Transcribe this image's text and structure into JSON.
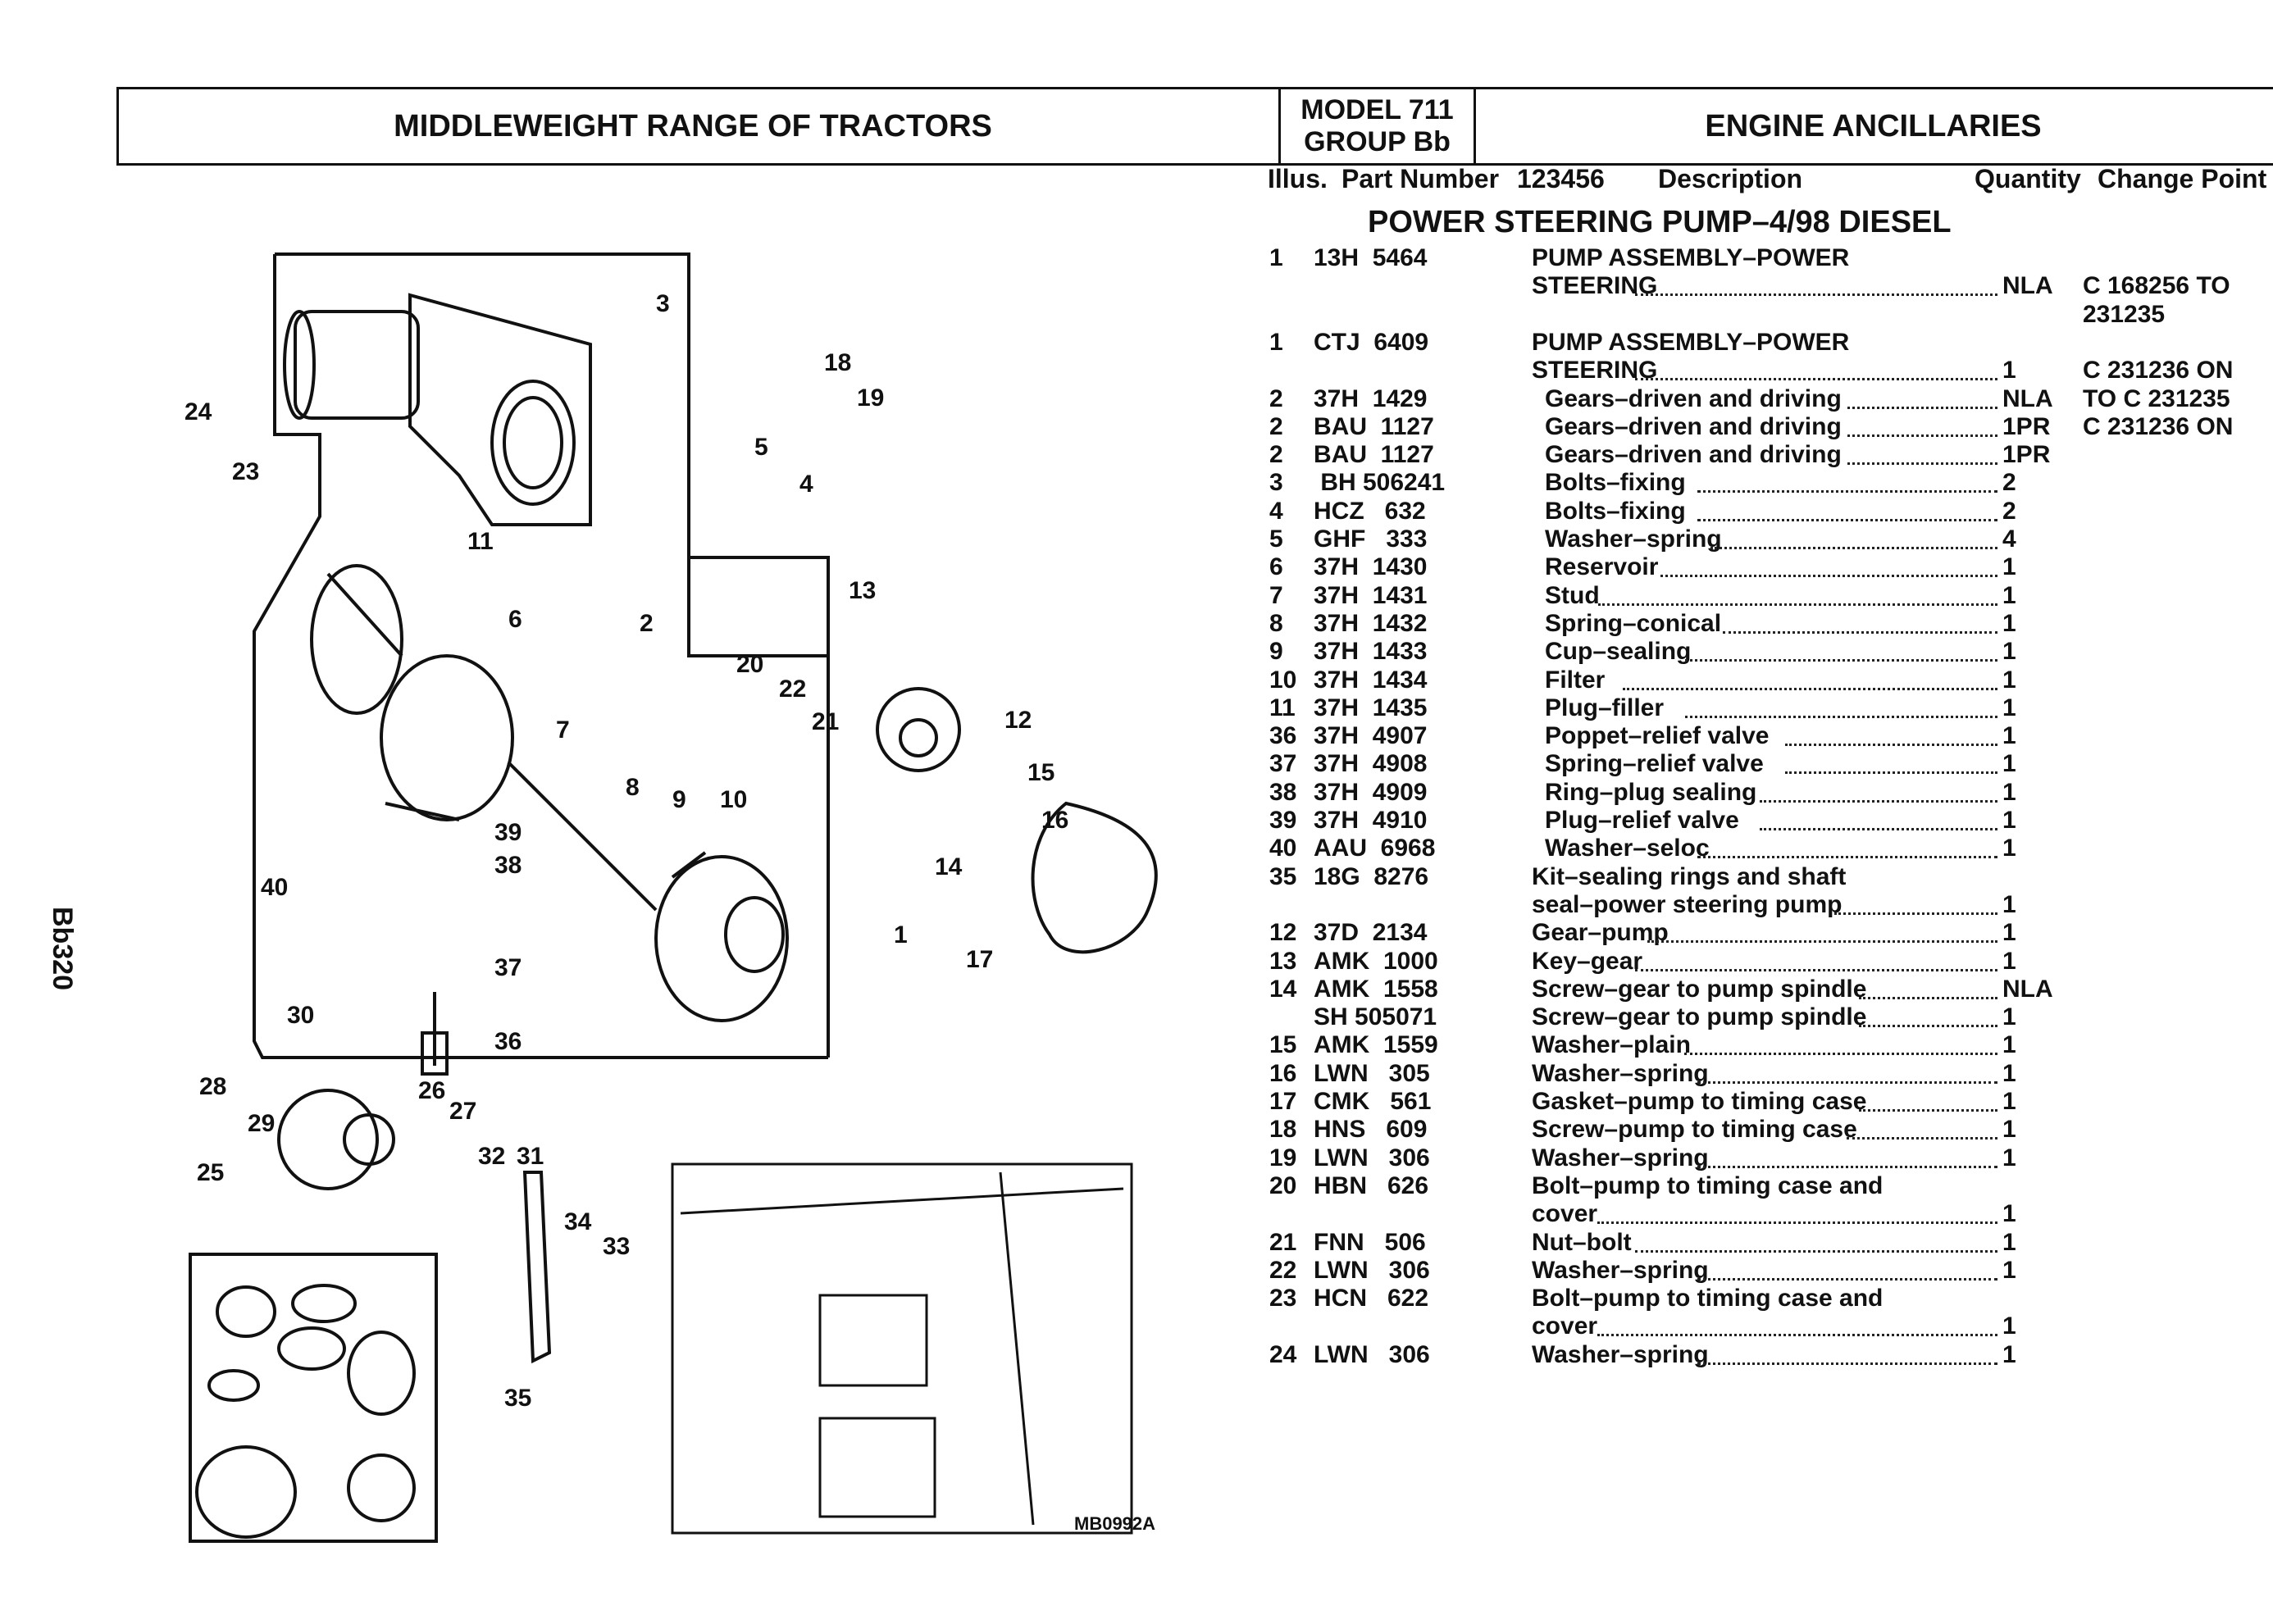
{
  "header": {
    "range_title": "MIDDLEWEIGHT RANGE OF TRACTORS",
    "model_line": "MODEL 711",
    "group_line": "GROUP Bb",
    "section_title": "ENGINE ANCILLARIES"
  },
  "columns": {
    "illus": "Illus.",
    "part_number": "Part Number",
    "code": "123456",
    "description": "Description",
    "quantity": "Quantity",
    "change_point": "Change Point"
  },
  "section_subtitle": "POWER STEERING PUMP–4/98 DIESEL",
  "side_label": "Bb320",
  "figure_ref": "MB0992A",
  "parts": [
    {
      "illus": "1",
      "part": "13H  5464",
      "desc": "PUMP ASSEMBLY–POWER",
      "qty": "",
      "chg": "",
      "indent": false
    },
    {
      "illus": "",
      "part": "",
      "desc": "STEERING",
      "qty": "NLA",
      "chg": "C 168256 TO",
      "indent": false
    },
    {
      "illus": "",
      "part": "",
      "desc": "",
      "qty": "",
      "chg": "231235",
      "indent": false
    },
    {
      "illus": "1",
      "part": "CTJ  6409",
      "desc": "PUMP ASSEMBLY–POWER",
      "qty": "",
      "chg": "",
      "indent": false
    },
    {
      "illus": "",
      "part": "",
      "desc": "STEERING",
      "qty": "1",
      "chg": "C 231236 ON",
      "indent": false
    },
    {
      "illus": "2",
      "part": "37H  1429",
      "desc": "Gears–driven and driving",
      "qty": "NLA",
      "chg": "TO C 231235",
      "indent": true
    },
    {
      "illus": "2",
      "part": "BAU  1127",
      "desc": "Gears–driven and driving",
      "qty": "1PR",
      "chg": "C 231236 ON",
      "indent": true
    },
    {
      "illus": "2",
      "part": "BAU  1127",
      "desc": "Gears–driven and driving",
      "qty": "1PR",
      "chg": "",
      "indent": true
    },
    {
      "illus": "3",
      "part": " BH 506241",
      "desc": "Bolts–fixing",
      "qty": "2",
      "chg": "",
      "indent": true
    },
    {
      "illus": "4",
      "part": "HCZ   632",
      "desc": "Bolts–fixing",
      "qty": "2",
      "chg": "",
      "indent": true
    },
    {
      "illus": "5",
      "part": "GHF   333",
      "desc": "Washer–spring",
      "qty": "4",
      "chg": "",
      "indent": true
    },
    {
      "illus": "6",
      "part": "37H  1430",
      "desc": "Reservoir",
      "qty": "1",
      "chg": "",
      "indent": true
    },
    {
      "illus": "7",
      "part": "37H  1431",
      "desc": "Stud",
      "qty": "1",
      "chg": "",
      "indent": true
    },
    {
      "illus": "8",
      "part": "37H  1432",
      "desc": "Spring–conical",
      "qty": "1",
      "chg": "",
      "indent": true
    },
    {
      "illus": "9",
      "part": "37H  1433",
      "desc": "Cup–sealing",
      "qty": "1",
      "chg": "",
      "indent": true
    },
    {
      "illus": "10",
      "part": "37H  1434",
      "desc": "Filter",
      "qty": "1",
      "chg": "",
      "indent": true
    },
    {
      "illus": "11",
      "part": "37H  1435",
      "desc": "Plug–filler",
      "qty": "1",
      "chg": "",
      "indent": true
    },
    {
      "illus": "36",
      "part": "37H  4907",
      "desc": "Poppet–relief valve",
      "qty": "1",
      "chg": "",
      "indent": true
    },
    {
      "illus": "37",
      "part": "37H  4908",
      "desc": "Spring–relief valve",
      "qty": "1",
      "chg": "",
      "indent": true
    },
    {
      "illus": "38",
      "part": "37H  4909",
      "desc": "Ring–plug sealing",
      "qty": "1",
      "chg": "",
      "indent": true
    },
    {
      "illus": "39",
      "part": "37H  4910",
      "desc": "Plug–relief valve",
      "qty": "1",
      "chg": "",
      "indent": true
    },
    {
      "illus": "40",
      "part": "AAU  6968",
      "desc": "Washer–seloc",
      "qty": "1",
      "chg": "",
      "indent": true
    },
    {
      "illus": "35",
      "part": "18G  8276",
      "desc": "Kit–sealing rings and shaft",
      "qty": "",
      "chg": "",
      "indent": false
    },
    {
      "illus": "",
      "part": "",
      "desc": "seal–power steering pump",
      "qty": "1",
      "chg": "",
      "indent": false
    },
    {
      "illus": "12",
      "part": "37D  2134",
      "desc": "Gear–pump",
      "qty": "1",
      "chg": "",
      "indent": false
    },
    {
      "illus": "13",
      "part": "AMK  1000",
      "desc": "Key–gear",
      "qty": "1",
      "chg": "",
      "indent": false
    },
    {
      "illus": "14",
      "part": "AMK  1558",
      "desc": "Screw–gear to pump spindle",
      "qty": "NLA",
      "chg": "",
      "indent": false
    },
    {
      "illus": "",
      "part": "SH 505071",
      "desc": "Screw–gear to pump spindle",
      "qty": "1",
      "chg": "",
      "indent": false
    },
    {
      "illus": "15",
      "part": "AMK  1559",
      "desc": "Washer–plain",
      "qty": "1",
      "chg": "",
      "indent": false
    },
    {
      "illus": "16",
      "part": "LWN   305",
      "desc": "Washer–spring",
      "qty": "1",
      "chg": "",
      "indent": false
    },
    {
      "illus": "17",
      "part": "CMK   561",
      "desc": "Gasket–pump to timing case",
      "qty": "1",
      "chg": "",
      "indent": false
    },
    {
      "illus": "18",
      "part": "HNS   609",
      "desc": "Screw–pump to timing case",
      "qty": "1",
      "chg": "",
      "indent": false
    },
    {
      "illus": "19",
      "part": "LWN   306",
      "desc": "Washer–spring",
      "qty": "1",
      "chg": "",
      "indent": false
    },
    {
      "illus": "20",
      "part": "HBN   626",
      "desc": "Bolt–pump to timing case and",
      "qty": "",
      "chg": "",
      "indent": false
    },
    {
      "illus": "",
      "part": "",
      "desc": "cover",
      "qty": "1",
      "chg": "",
      "indent": false
    },
    {
      "illus": "21",
      "part": "FNN   506",
      "desc": "Nut–bolt",
      "qty": "1",
      "chg": "",
      "indent": false
    },
    {
      "illus": "22",
      "part": "LWN   306",
      "desc": "Washer–spring",
      "qty": "1",
      "chg": "",
      "indent": false
    },
    {
      "illus": "23",
      "part": "HCN   622",
      "desc": "Bolt–pump to timing case and",
      "qty": "",
      "chg": "",
      "indent": false
    },
    {
      "illus": "",
      "part": "",
      "desc": "cover",
      "qty": "1",
      "chg": "",
      "indent": false
    },
    {
      "illus": "24",
      "part": "LWN   306",
      "desc": "Washer–spring",
      "qty": "1",
      "chg": "",
      "indent": false
    }
  ],
  "callouts": [
    "1",
    "2",
    "3",
    "4",
    "5",
    "6",
    "7",
    "8",
    "9",
    "10",
    "11",
    "12",
    "13",
    "14",
    "15",
    "16",
    "17",
    "18",
    "19",
    "20",
    "21",
    "22",
    "23",
    "24",
    "25",
    "26",
    "27",
    "28",
    "29",
    "30",
    "31",
    "32",
    "33",
    "34",
    "35",
    "36",
    "37",
    "38",
    "39",
    "40"
  ]
}
